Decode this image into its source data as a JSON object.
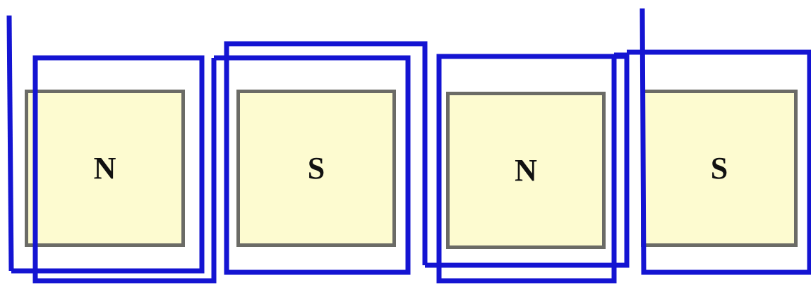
{
  "diagram": {
    "poles": [
      {
        "label": "N"
      },
      {
        "label": "S"
      },
      {
        "label": "N"
      },
      {
        "label": "S"
      }
    ]
  },
  "colors": {
    "winding": "#1414d2",
    "pole_fill": "#fdfbd0",
    "pole_border": "#6b6b66",
    "label": "#111111"
  }
}
